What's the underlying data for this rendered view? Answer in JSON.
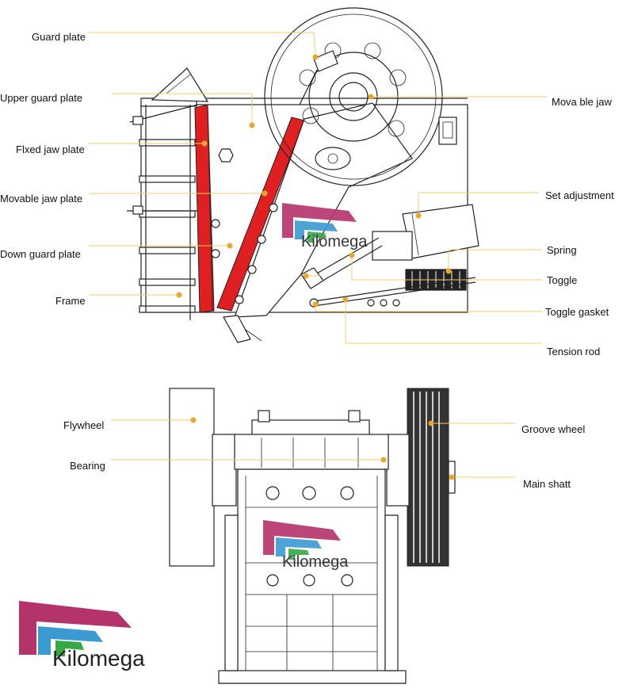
{
  "labels_left_top": [
    {
      "id": "guard-plate",
      "text": "Guard plate"
    },
    {
      "id": "upper-guard-plate",
      "text": "Upper guard plate"
    },
    {
      "id": "fixed-jaw-plate",
      "text": "Flxed jaw plate"
    },
    {
      "id": "movable-jaw-plate",
      "text": "Movable jaw plate"
    },
    {
      "id": "down-guard-plate",
      "text": "Down guard plate"
    },
    {
      "id": "frame",
      "text": "Frame"
    }
  ],
  "labels_right_top": [
    {
      "id": "movable-jaw",
      "text": "Mova ble jaw"
    },
    {
      "id": "set-adjustment",
      "text": "Set adjustment"
    },
    {
      "id": "spring",
      "text": "Spring"
    },
    {
      "id": "toggle",
      "text": "Toggle"
    },
    {
      "id": "toggle-gasket",
      "text": "Toggle gasket"
    },
    {
      "id": "tension-rod",
      "text": "Tension rod"
    }
  ],
  "labels_bottom": [
    {
      "id": "flywheel",
      "text": "Flywheel"
    },
    {
      "id": "bearing",
      "text": "Bearing"
    },
    {
      "id": "groove-wheel",
      "text": "Groove wheel"
    },
    {
      "id": "main-shaft",
      "text": "Main shatt"
    }
  ],
  "watermarks": [
    {
      "id": "watermark-top",
      "text": "Kilomega"
    },
    {
      "id": "watermark-middle",
      "text": "Kilomega"
    },
    {
      "id": "watermark-corner",
      "text": "Kilomega"
    }
  ],
  "colors": {
    "jaw_plate": "#e02020",
    "leader_line": "#f1c968",
    "leader_dot": "#e8a62c",
    "logo_magenta": "#b5336b",
    "logo_blue": "#3a9ad1",
    "logo_green": "#38a845"
  }
}
